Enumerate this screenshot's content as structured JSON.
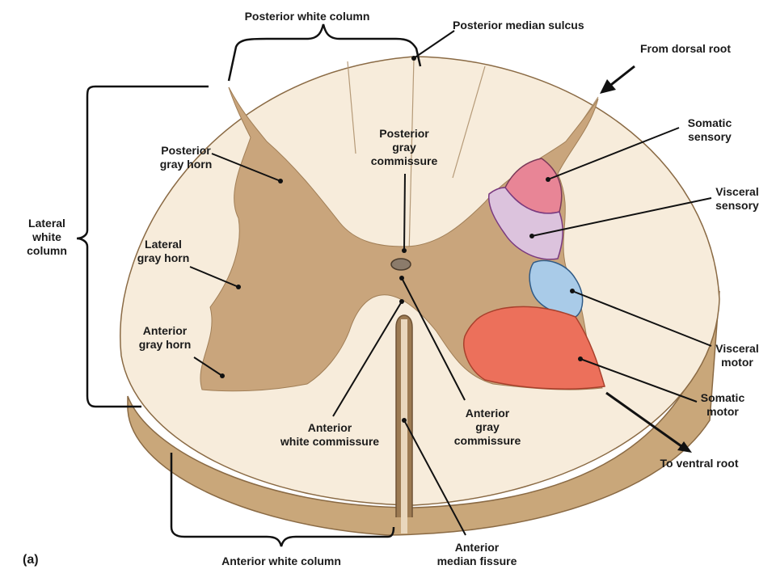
{
  "figure": {
    "panel_label": "(a)",
    "colors": {
      "white_matter": "#f7ecdb",
      "rim_side": "#c9a77a",
      "gray_matter": "#c9a57c",
      "somatic_sensory": "#e88596",
      "visceral_sensory": "#dcc3dd",
      "visceral_motor": "#a9cbe8",
      "somatic_motor": "#ec705b",
      "leader": "#111111"
    },
    "labels": {
      "posterior_white_column": "Posterior white column",
      "posterior_median_sulcus": "Posterior median sulcus",
      "from_dorsal_root": "From dorsal root",
      "somatic_sensory": "Somatic\nsensory",
      "visceral_sensory": "Visceral\nsensory",
      "visceral_motor": "Visceral\nmotor",
      "somatic_motor": "Somatic\nmotor",
      "to_ventral_root": "To ventral root",
      "lateral_white_column": "Lateral\nwhite\ncolumn",
      "posterior_gray_horn": "Posterior\ngray horn",
      "lateral_gray_horn": "Lateral\ngray horn",
      "anterior_gray_horn": "Anterior\ngray horn",
      "posterior_gray_commissure": "Posterior\ngray\ncommissure",
      "anterior_white_commissure": "Anterior\nwhite commissure",
      "anterior_gray_commissure": "Anterior\ngray\ncommissure",
      "anterior_median_fissure": "Anterior\nmedian fissure",
      "anterior_white_column": "Anterior white column"
    }
  }
}
